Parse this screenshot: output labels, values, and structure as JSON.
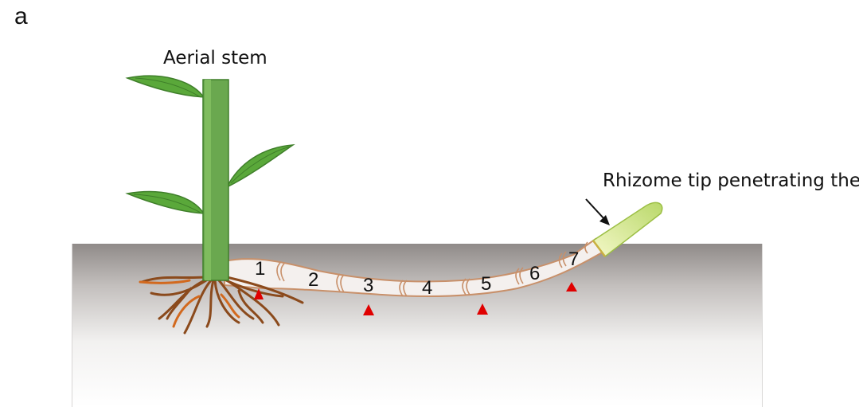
{
  "panel_label": "a",
  "labels": {
    "aerial_stem": "Aerial stem",
    "rhizome_tip": "Rhizome tip penetrating the soil"
  },
  "internodes": [
    "1",
    "2",
    "3",
    "4",
    "5",
    "6",
    "7"
  ],
  "colors": {
    "stem": "#6aa84f",
    "leaf": "#5aa83a",
    "rhizome_fill": "#f4f0ee",
    "rhizome_outline": "#c8906a",
    "root": "#8b4a1c",
    "root_accent": "#d2691e",
    "marker": "#e00000",
    "tip": "#d8ea8c",
    "soil_top": "#8f8a88"
  }
}
